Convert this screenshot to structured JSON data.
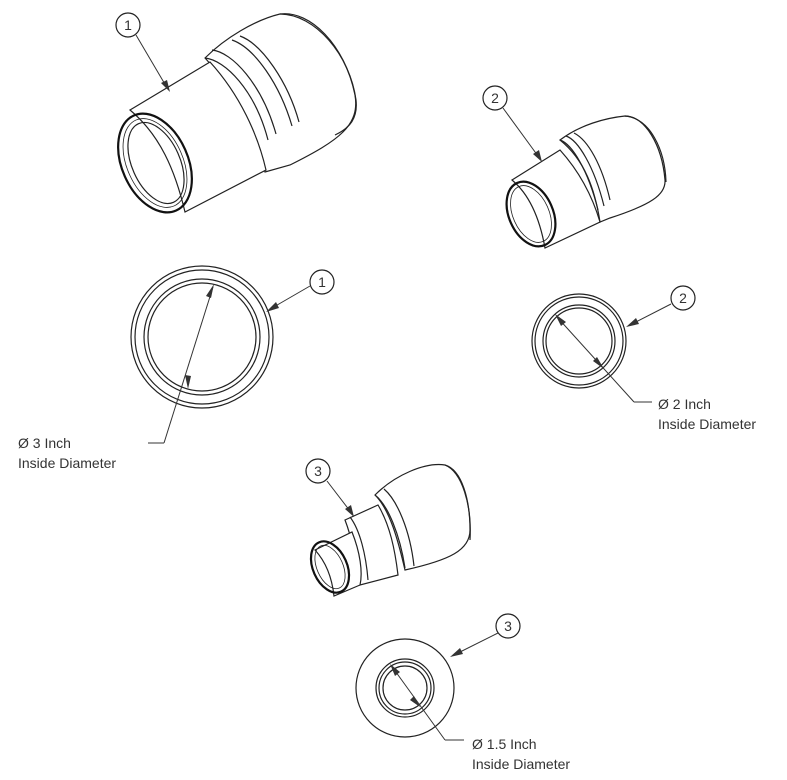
{
  "balloons": {
    "part1_iso": "1",
    "part1_end": "1",
    "part2_iso": "2",
    "part2_end": "2",
    "part3_iso": "3",
    "part3_end": "3"
  },
  "callouts": {
    "part1": {
      "diameter": "Ø 3 Inch",
      "description": "Inside Diameter"
    },
    "part2": {
      "diameter": "Ø 2 Inch",
      "description": "Inside Diameter"
    },
    "part3": {
      "diameter": "Ø 1.5 Inch",
      "description": "Inside Diameter"
    }
  },
  "colors": {
    "line": "#222222",
    "text": "#333333",
    "background": "#ffffff"
  }
}
